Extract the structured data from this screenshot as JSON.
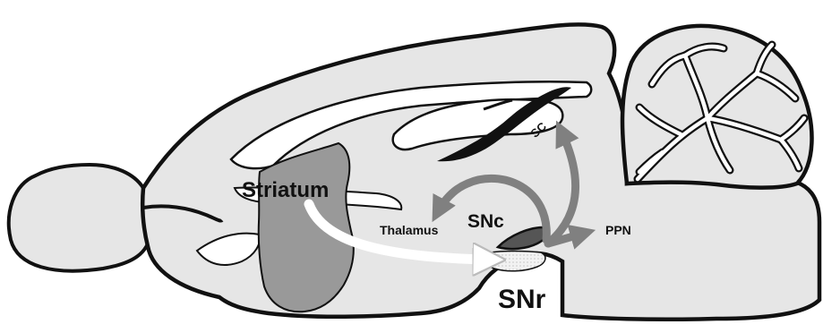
{
  "labels": {
    "striatum": "Striatum",
    "snc": "SNc",
    "snr": "SNr",
    "thalamus": "Thalamus",
    "ppn": "PPN",
    "sc": "SC"
  },
  "colors": {
    "background": "#ffffff",
    "brain_fill": "#e6e6e6",
    "white_matter": "#ffffff",
    "outline": "#111111",
    "striatum_fill": "#999999",
    "snc_fill": "#555555",
    "snr_fill": "#f2f2f2",
    "projection_arrow": "#ffffff",
    "output_arrows": "#808080"
  },
  "icons": {
    "arrow_snr_to_thalamus": "curved-arrow",
    "arrow_snr_to_sc": "curved-arrow",
    "arrow_snr_to_ppn": "straight-arrow",
    "arrow_striatum_to_snr": "curved-arrow"
  }
}
